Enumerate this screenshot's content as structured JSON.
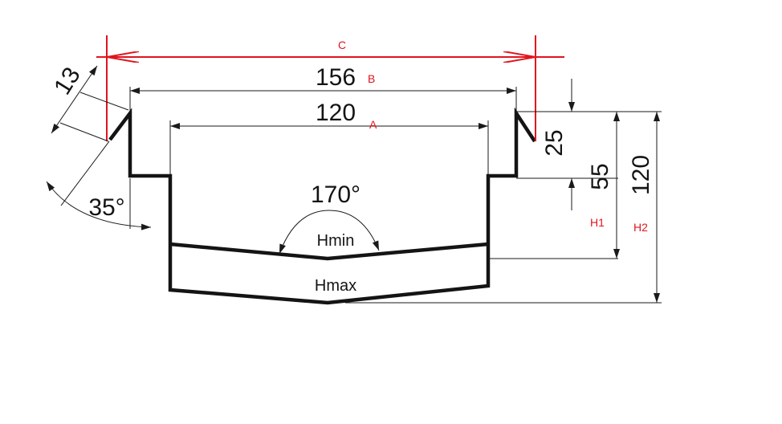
{
  "labels": {
    "c": "C",
    "b": "B",
    "a": "A",
    "dim_156": "156",
    "dim_120_width": "120",
    "dim_13": "13",
    "dim_35": "35°",
    "dim_170": "170°",
    "dim_25": "25",
    "dim_55": "55",
    "dim_120_height": "120",
    "h1": "H1",
    "h2": "H2",
    "hmin": "Hmin",
    "hmax": "Hmax"
  },
  "colors": {
    "line": "#141414",
    "accent": "#e0141e"
  }
}
